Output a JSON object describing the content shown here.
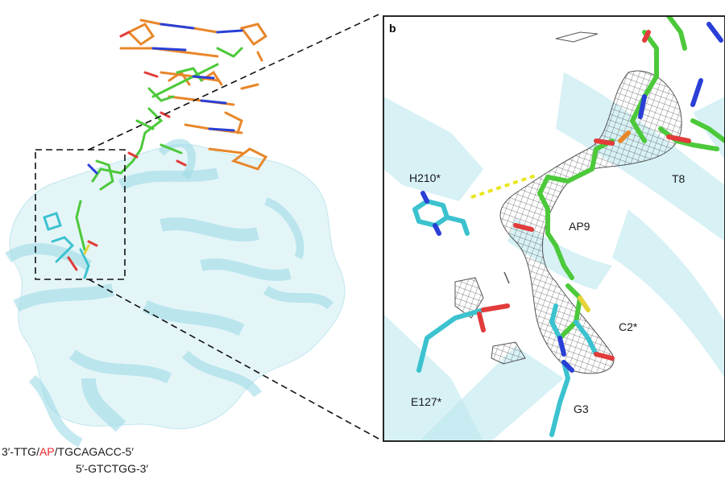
{
  "panel": {
    "letter": "b"
  },
  "labels": {
    "h210": "H210*",
    "t8": "T8",
    "ap9": "AP9",
    "c2": "C2*",
    "e127": "E127*",
    "g3": "G3"
  },
  "sequence": {
    "line1_prefix": "3′-TTG/",
    "line1_ap": "AP",
    "line1_suffix": "/TGCAGACC-5′",
    "line2": "5′-GTCTGG-3′"
  },
  "colors": {
    "protein": "#9fdbe6",
    "protein_stick": "#3cc2cf",
    "dna_green": "#4cc93a",
    "dna_orange": "#e8872a",
    "nitrogen": "#2a3fd6",
    "oxygen": "#e23b3b",
    "sulfur": "#e6d23a",
    "hbond": "#e8e61e",
    "mesh": "#555555",
    "ap_text": "#e8262a"
  }
}
